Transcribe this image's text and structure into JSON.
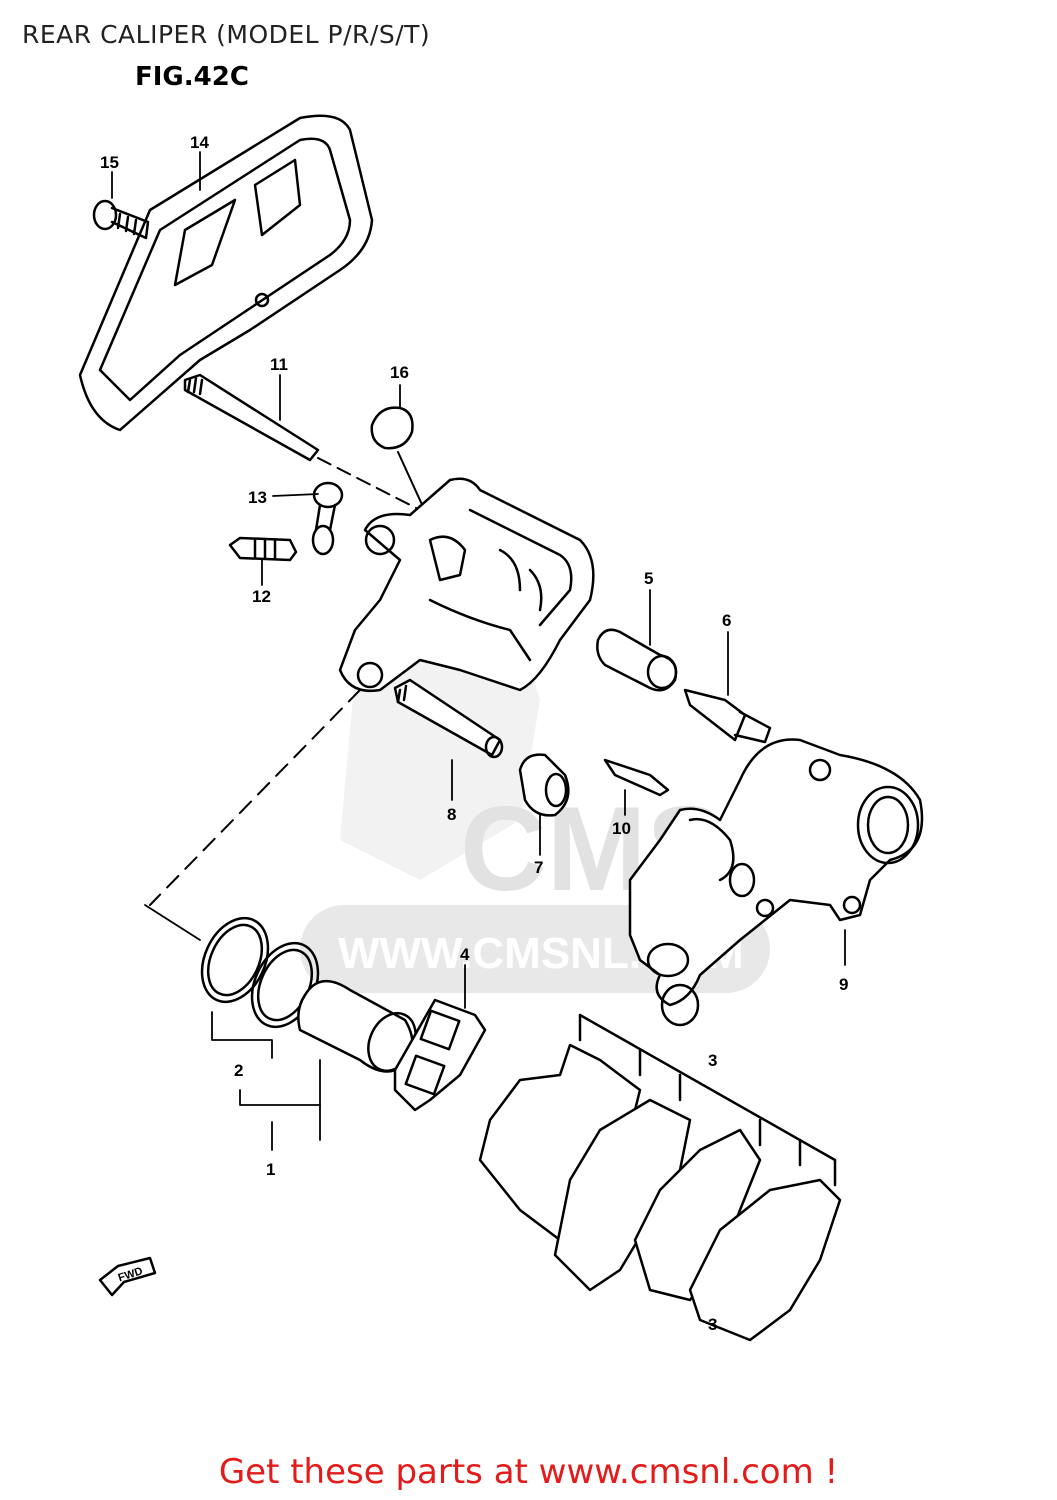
{
  "title": "REAR CALIPER (MODEL P/R/S/T)",
  "figure": "FIG.42C",
  "watermark": "WWW.CMSNL.COM",
  "watermark_logo": "CMS",
  "fwd_label": "FWD",
  "parts": [
    {
      "key": "p1",
      "label": "1"
    },
    {
      "key": "p2",
      "label": "2"
    },
    {
      "key": "p3a",
      "label": "3"
    },
    {
      "key": "p3b",
      "label": "3"
    },
    {
      "key": "p4",
      "label": "4"
    },
    {
      "key": "p5",
      "label": "5"
    },
    {
      "key": "p6",
      "label": "6"
    },
    {
      "key": "p7",
      "label": "7"
    },
    {
      "key": "p8",
      "label": "8"
    },
    {
      "key": "p9",
      "label": "9"
    },
    {
      "key": "p10",
      "label": "10"
    },
    {
      "key": "p11",
      "label": "11"
    },
    {
      "key": "p12",
      "label": "12"
    },
    {
      "key": "p13",
      "label": "13"
    },
    {
      "key": "p14",
      "label": "14"
    },
    {
      "key": "p15",
      "label": "15"
    },
    {
      "key": "p16",
      "label": "16"
    }
  ],
  "cta": "Get these parts at www.cmsnl.com !",
  "colors": {
    "cta": "#e31b1b",
    "line": "#000000",
    "watermark": "#e6e6e6"
  }
}
